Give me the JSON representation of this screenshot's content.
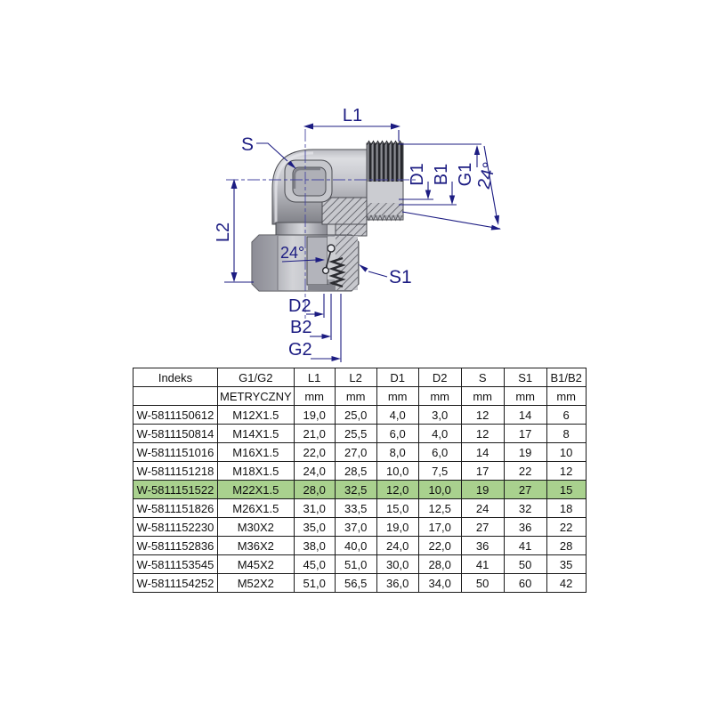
{
  "page": {
    "background": "#ffffff"
  },
  "drawing": {
    "labels": {
      "s": "S",
      "s1": "S1",
      "l1": "L1",
      "l2": "L2",
      "d1": "D1",
      "b1": "B1",
      "g1": "G1",
      "d2": "D2",
      "b2": "B2",
      "g2": "G2",
      "angle_cone": "24°",
      "angle_nut": "24°"
    },
    "colors": {
      "dimension_blue": "#1c1c82",
      "body_light": "#d9dadd",
      "body_mid": "#bcbdc2",
      "body_dark": "#8e8f96",
      "outline": "#4b4c52",
      "thread_dark": "#26272c",
      "hatch": "#54555c"
    }
  },
  "table": {
    "highlight_color": "#a9d18e",
    "columns": [
      "Indeks",
      "G1/G2",
      "L1",
      "L2",
      "D1",
      "D2",
      "S",
      "S1",
      "B1/B2"
    ],
    "units": [
      "",
      "METRYCZNY",
      "mm",
      "mm",
      "mm",
      "mm",
      "mm",
      "mm",
      "mm"
    ],
    "highlighted_index": "W-5811151522",
    "rows": [
      [
        "W-5811150612",
        "M12X1.5",
        "19,0",
        "25,0",
        "4,0",
        "3,0",
        "12",
        "14",
        "6"
      ],
      [
        "W-5811150814",
        "M14X1.5",
        "21,0",
        "25,5",
        "6,0",
        "4,0",
        "12",
        "17",
        "8"
      ],
      [
        "W-5811151016",
        "M16X1.5",
        "22,0",
        "27,0",
        "8,0",
        "6,0",
        "14",
        "19",
        "10"
      ],
      [
        "W-5811151218",
        "M18X1.5",
        "24,0",
        "28,5",
        "10,0",
        "7,5",
        "17",
        "22",
        "12"
      ],
      [
        "W-5811151522",
        "M22X1.5",
        "28,0",
        "32,5",
        "12,0",
        "10,0",
        "19",
        "27",
        "15"
      ],
      [
        "W-5811151826",
        "M26X1.5",
        "31,0",
        "33,5",
        "15,0",
        "12,5",
        "24",
        "32",
        "18"
      ],
      [
        "W-5811152230",
        "M30X2",
        "35,0",
        "37,0",
        "19,0",
        "17,0",
        "27",
        "36",
        "22"
      ],
      [
        "W-5811152836",
        "M36X2",
        "38,0",
        "40,0",
        "24,0",
        "22,0",
        "36",
        "41",
        "28"
      ],
      [
        "W-5811153545",
        "M45X2",
        "45,0",
        "51,0",
        "30,0",
        "28,0",
        "41",
        "50",
        "35"
      ],
      [
        "W-5811154252",
        "M52X2",
        "51,0",
        "56,5",
        "36,0",
        "34,0",
        "50",
        "60",
        "42"
      ]
    ]
  }
}
